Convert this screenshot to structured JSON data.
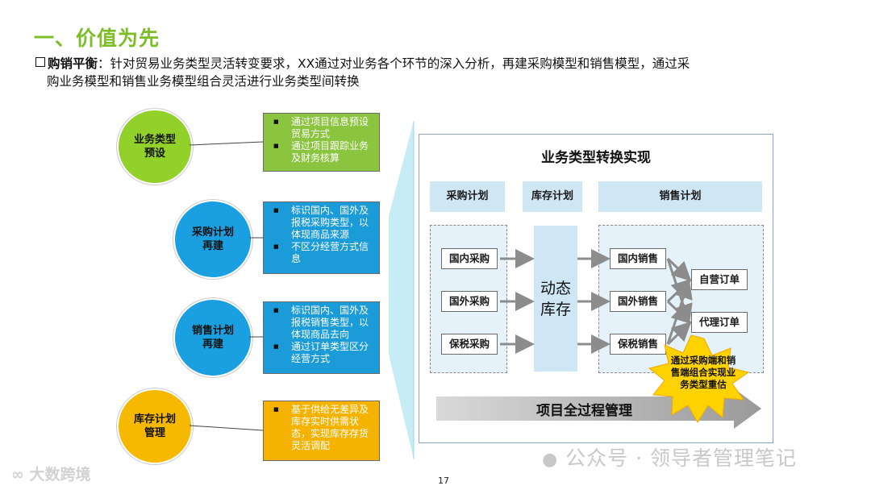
{
  "title": "一、价值为先",
  "intro": {
    "lead": "购销平衡",
    "line1": "：针对贸易业务类型灵活转变要求，XX通过对业务各个环节的深入分析，再建采购模型和销售模型，通过采",
    "line2": "购业务模型和销售业务模型组合灵活进行业务类型间转换"
  },
  "circles": [
    {
      "line1": "业务类型",
      "line2": "预设"
    },
    {
      "line1": "采购计划",
      "line2": "再建"
    },
    {
      "line1": "销售计划",
      "line2": "再建"
    },
    {
      "line1": "库存计划",
      "line2": "管理"
    }
  ],
  "boxes": [
    {
      "bullets": [
        "通过项目信息预设贸易方式",
        "通过项目跟踪业务及财务核算"
      ]
    },
    {
      "bullets": [
        "标识国内、国外及报税采购类型，以体现商品来源",
        "不区分经营方式信息"
      ]
    },
    {
      "bullets": [
        "标识国内、国外及报税销售类型，以体现商品去向",
        "通过订单类型区分经营方式"
      ]
    },
    {
      "bullets": [
        "基于供给无差异及库存实时供需状态，实现库存存货灵活调配"
      ]
    }
  ],
  "panel": {
    "title": "业务类型转换实现",
    "headers": {
      "purchase": "采购计划",
      "inventory": "库存计划",
      "sales": "销售计划"
    },
    "purchase_items": [
      "国内采购",
      "国外采购",
      "保税采购"
    ],
    "dynamic_inventory": {
      "line1": "动态",
      "line2": "库存"
    },
    "sales_items": [
      "国内销售",
      "国外销售",
      "保税销售"
    ],
    "order_items": [
      "自营订单",
      "代理订单"
    ],
    "burst_text": "通过采购端和销售端组合实现业务类型重估",
    "project_label": "项目全过程管理"
  },
  "page_number": "17",
  "watermarks": {
    "right": "公众号 · 领导者管理笔记",
    "left": "大数跨境"
  },
  "colors": {
    "green": "#92d02a",
    "blue": "#1aa0e0",
    "orange": "#f7b800",
    "header_blue": "#cfe6f5",
    "burst": "#ffd200"
  }
}
